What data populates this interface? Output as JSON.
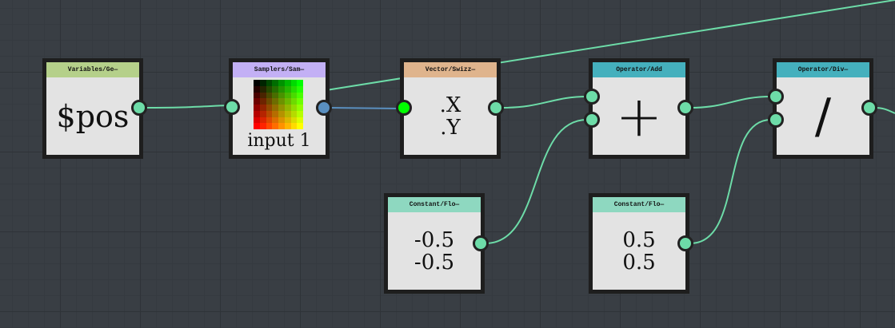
{
  "colors": {
    "wire": "#6ddca8",
    "port": "#6ddca8",
    "sampler_port": "#5a8fbf",
    "swizzle_in_port": "#00ff00"
  },
  "nodes": {
    "variables": {
      "title": "Variables/Ge—",
      "value": "$pos",
      "color": "#b5d08a"
    },
    "sampler": {
      "title": "Samplers/Sam—",
      "label": "input 1",
      "color": "#c3b0f5"
    },
    "swizzle": {
      "title": "Vector/Swizz—",
      "line1": ".X",
      "line2": ".Y",
      "color": "#dfb48d"
    },
    "add": {
      "title": "Operator/Add",
      "symbol": "+",
      "color": "#45b0bd"
    },
    "div": {
      "title": "Operator/Div—",
      "symbol": "/",
      "color": "#45b0bd"
    },
    "const1": {
      "title": "Constant/Flo—",
      "line1": "-0.5",
      "line2": "-0.5",
      "color": "#8ed8c0"
    },
    "const2": {
      "title": "Constant/Flo—",
      "line1": "0.5",
      "line2": "0.5",
      "color": "#8ed8c0"
    }
  }
}
